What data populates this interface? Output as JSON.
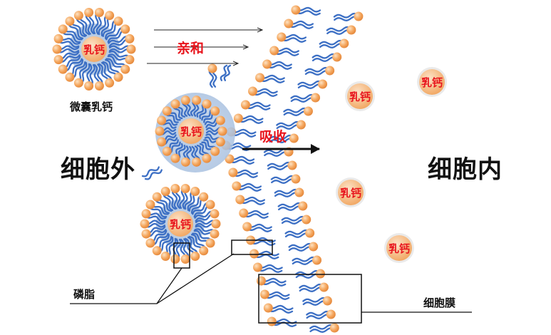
{
  "labels": {
    "outside": "细胞外",
    "inside": "细胞内",
    "microcapsule": "微囊乳钙",
    "affinity": "亲和",
    "absorption": "吸收",
    "phospholipid": "磷脂",
    "membrane": "细胞膜",
    "core": "乳钙"
  },
  "colors": {
    "lipid_tail": "#3c6fc4",
    "lipid_head": "#f0a055",
    "core": "#f5ad6b",
    "halo": "#b4c9e4",
    "accent_text": "#e8141c"
  }
}
